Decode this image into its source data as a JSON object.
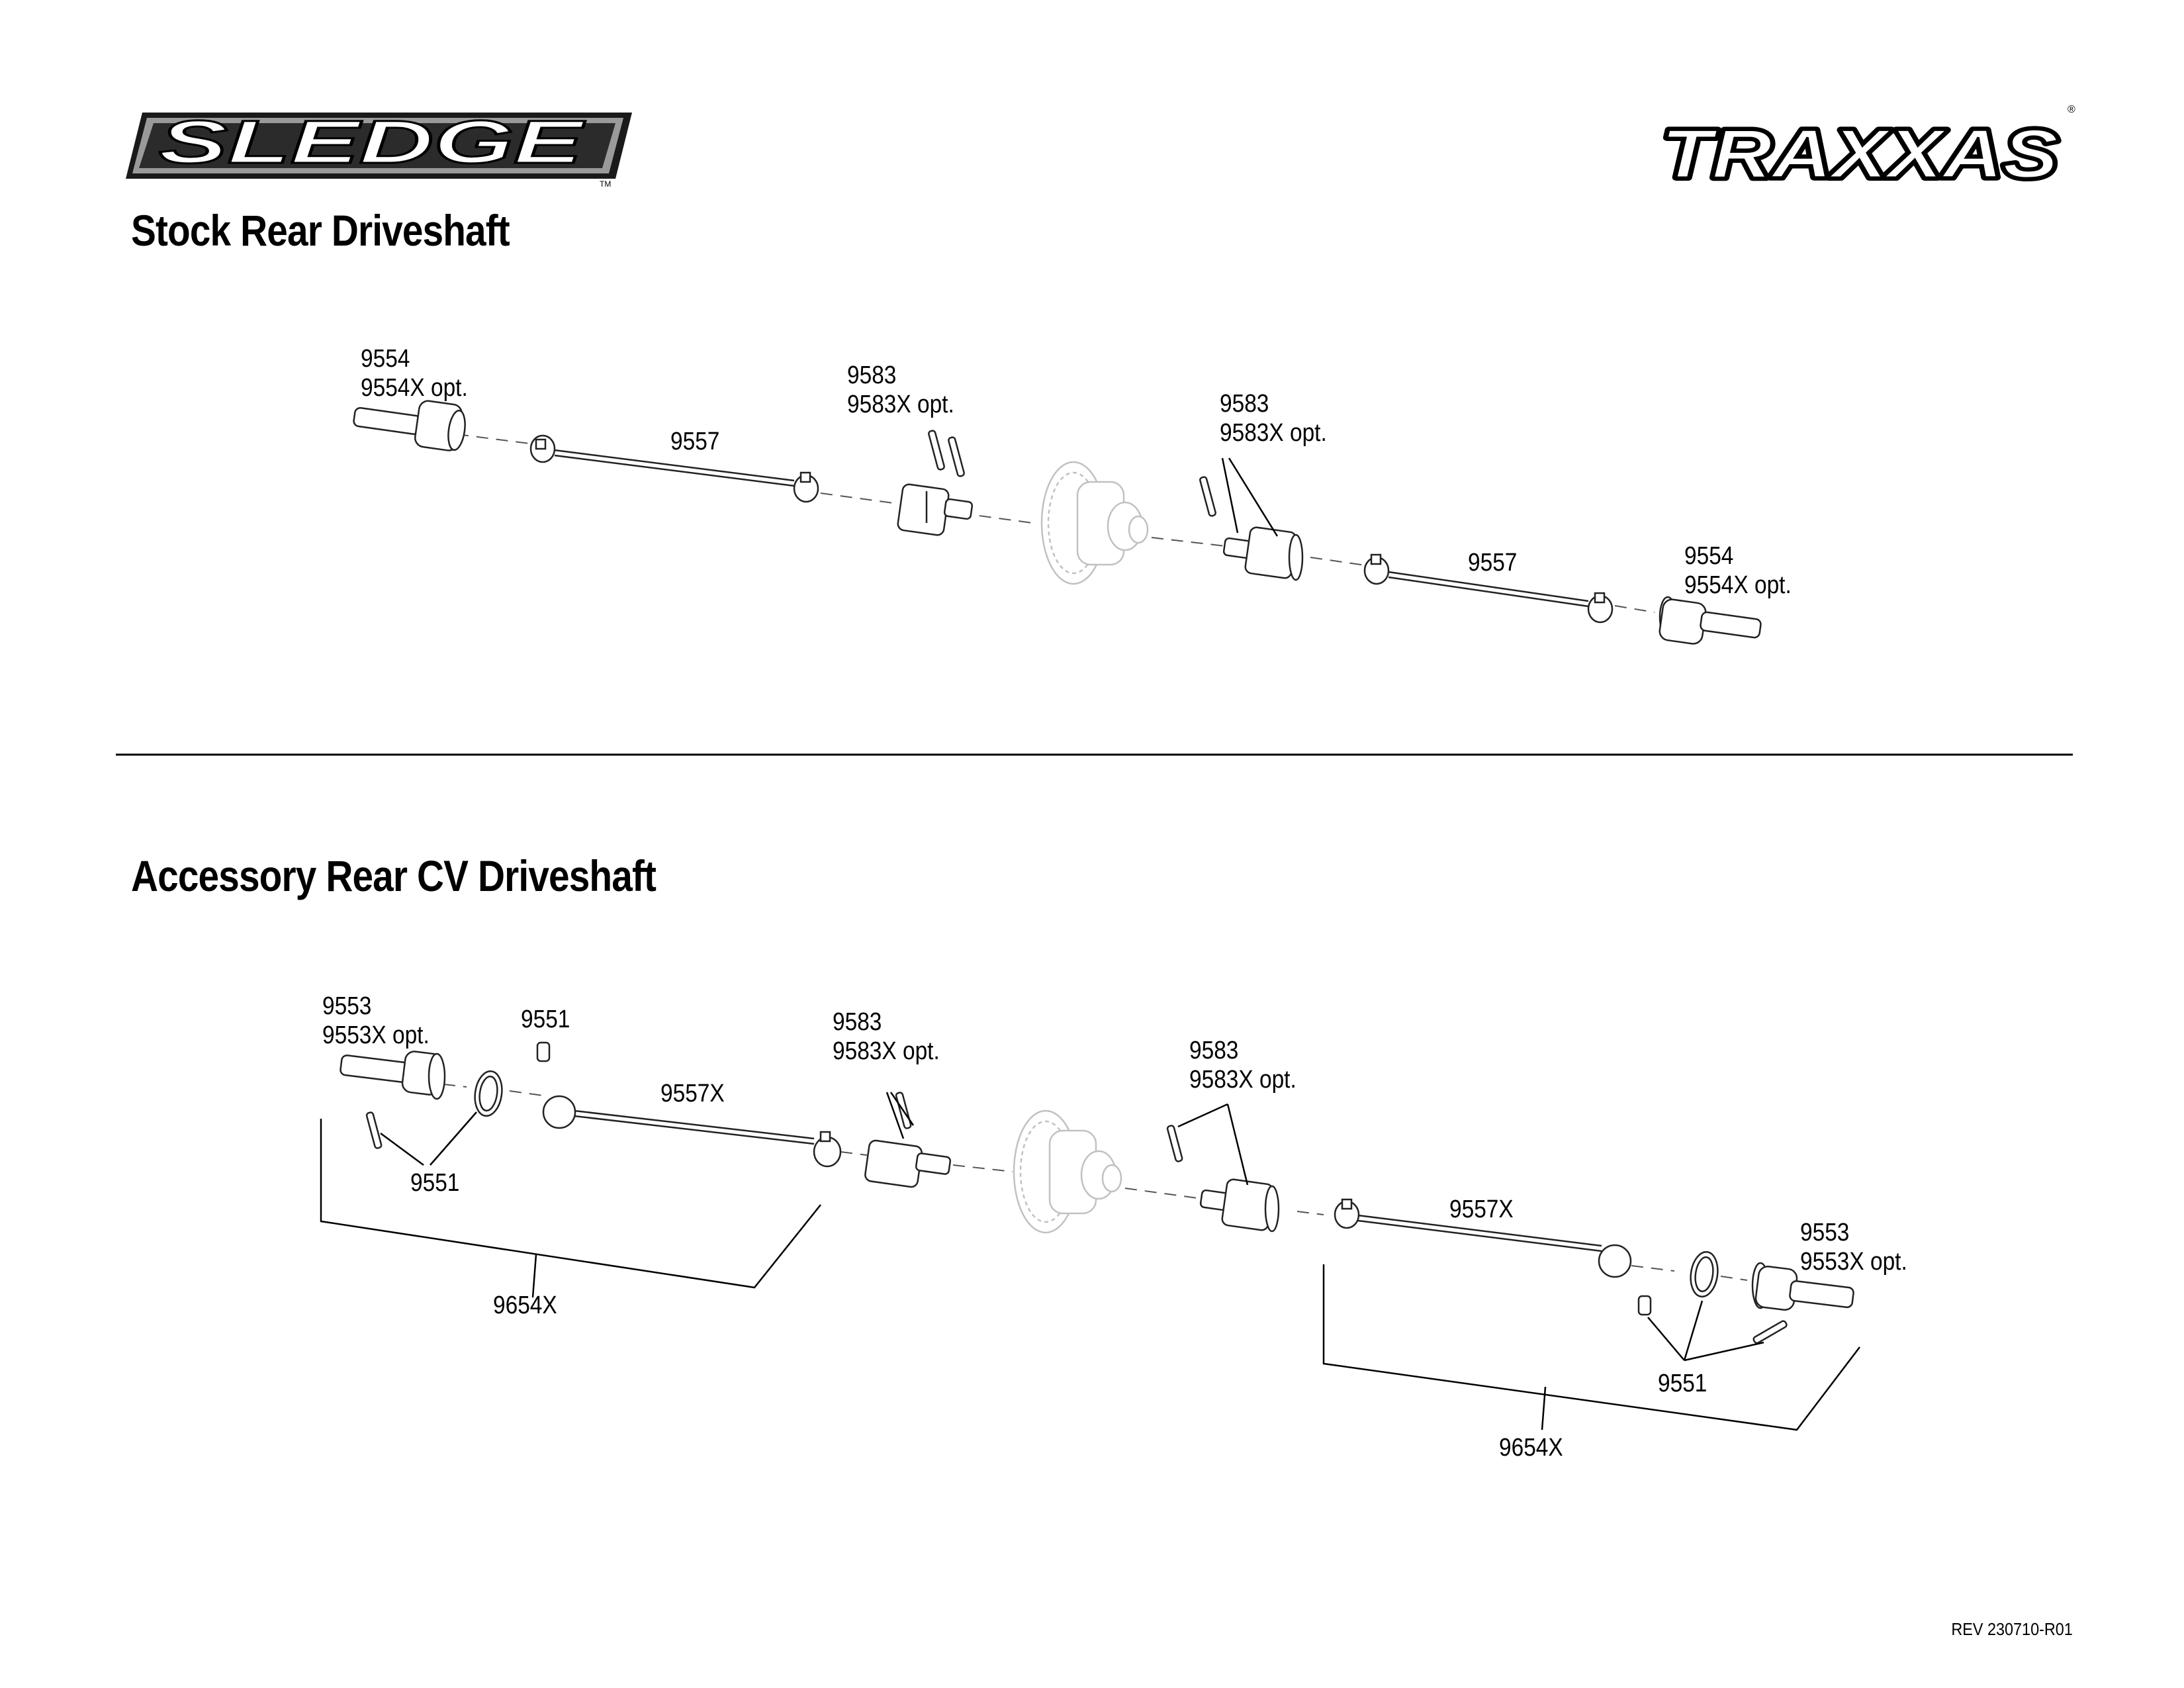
{
  "brand": {
    "product_logo_text": "SLEDGE",
    "maker_logo_text": "TRAXXAS"
  },
  "sections": [
    {
      "title": "Stock Rear Driveshaft",
      "labels": [
        {
          "line1": "9554",
          "line2": "9554X opt."
        },
        {
          "line1": "9557"
        },
        {
          "line1": "9583",
          "line2": "9583X opt."
        },
        {
          "line1": "9583",
          "line2": "9583X opt."
        },
        {
          "line1": "9557"
        },
        {
          "line1": "9554",
          "line2": "9554X opt."
        }
      ]
    },
    {
      "title": "Accessory Rear CV Driveshaft",
      "labels": [
        {
          "line1": "9553",
          "line2": "9553X opt."
        },
        {
          "line1": "9551"
        },
        {
          "line1": "9557X"
        },
        {
          "line1": "9583",
          "line2": "9583X opt."
        },
        {
          "line1": "9551"
        },
        {
          "line1": "9654X"
        },
        {
          "line1": "9583",
          "line2": "9583X opt."
        },
        {
          "line1": "9557X"
        },
        {
          "line1": "9553",
          "line2": "9553X opt."
        },
        {
          "line1": "9551"
        },
        {
          "line1": "9654X"
        }
      ]
    }
  ],
  "revision": "REV 230710-R01"
}
